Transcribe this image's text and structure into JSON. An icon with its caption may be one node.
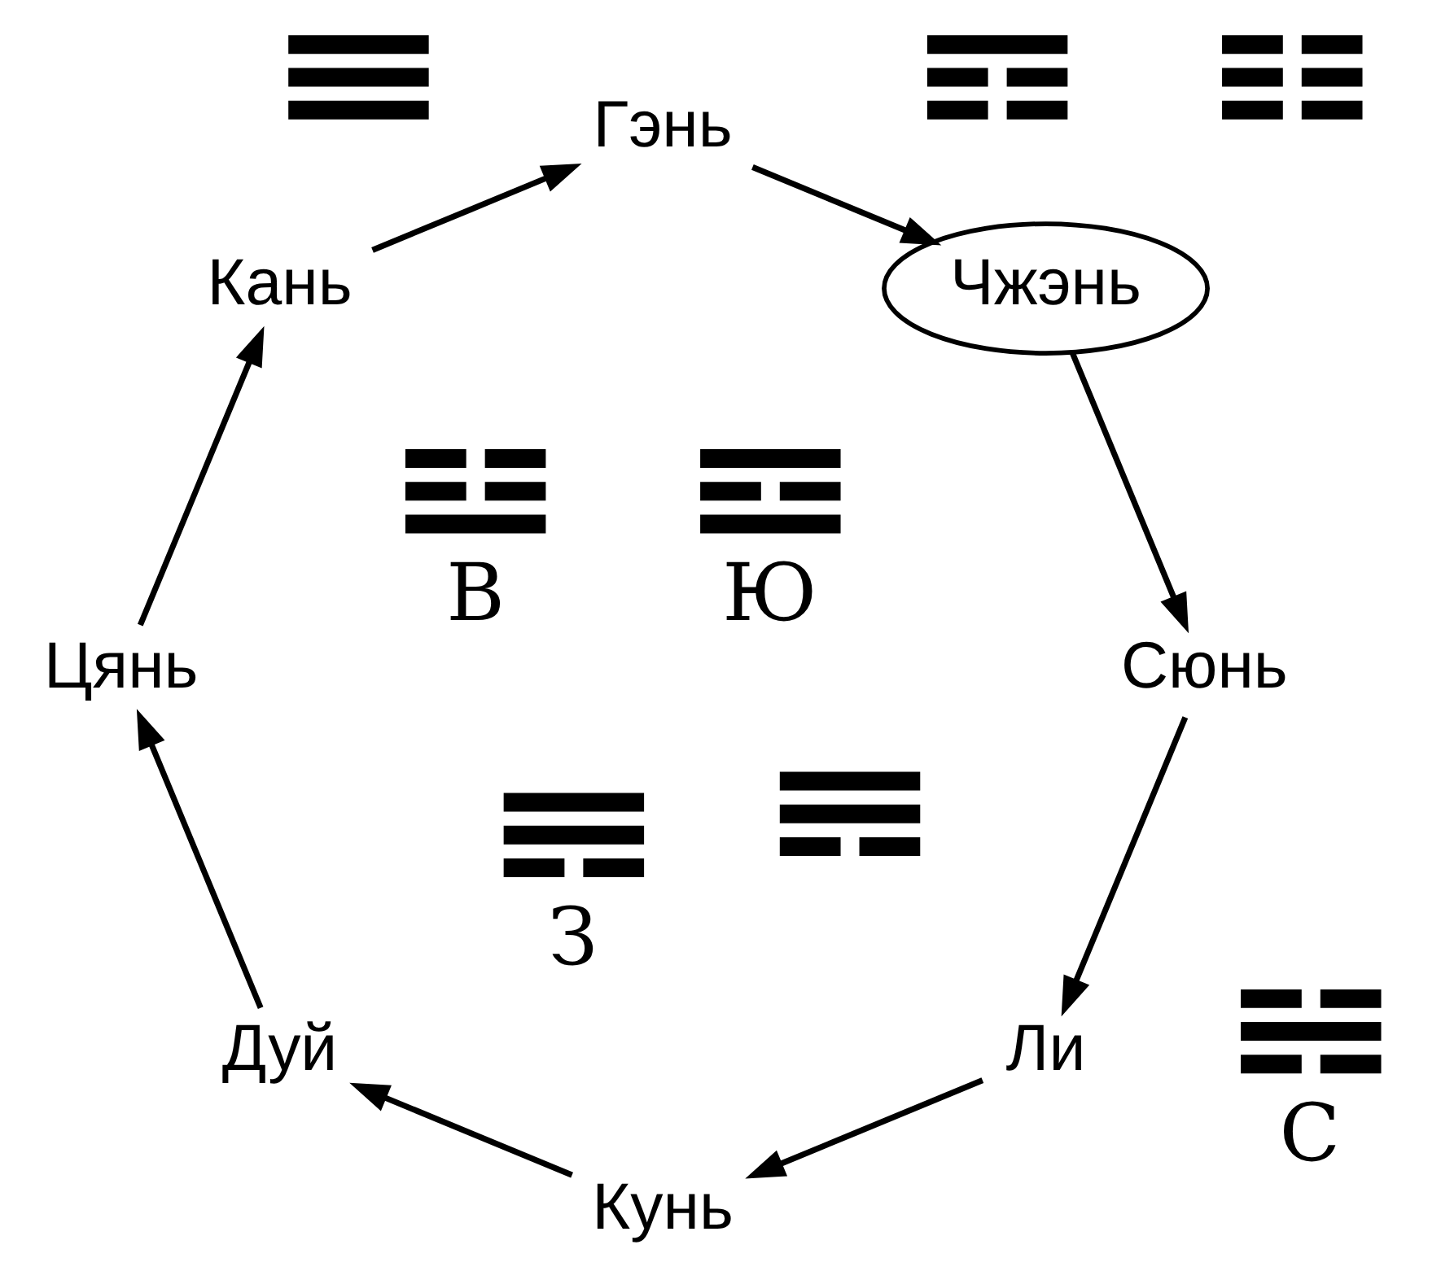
{
  "diagram": {
    "nodes": [
      {
        "text": [
          "Ли"
        ]
      },
      {
        "text": [
          "Сюнь"
        ]
      },
      {
        "text": [
          "Кунь"
        ]
      },
      {
        "text": [
          "Чжэнь"
        ]
      },
      {
        "text": [
          "Дуй"
        ]
      },
      {
        "text": [
          "Гэнь"
        ]
      },
      {
        "text": [
          "Цянь"
        ]
      },
      {
        "text": [
          "Кань"
        ]
      }
    ],
    "edges": [
      {
        "from": 0,
        "to": 2,
        "arrow": "to"
      },
      {
        "from": 2,
        "to": 4,
        "arrow": "to"
      },
      {
        "from": 4,
        "to": 6,
        "arrow": "to"
      },
      {
        "from": 6,
        "to": 7,
        "arrow": "to"
      },
      {
        "from": 7,
        "to": 5,
        "arrow": "to"
      },
      {
        "from": 5,
        "to": 3,
        "arrow": "to"
      },
      {
        "from": 3,
        "to": 1,
        "arrow": "to"
      },
      {
        "from": 1,
        "to": 0,
        "arrow": "to"
      }
    ],
    "labels": [
      "Ю",
      "В",
      "З",
      "С"
    ]
  }
}
